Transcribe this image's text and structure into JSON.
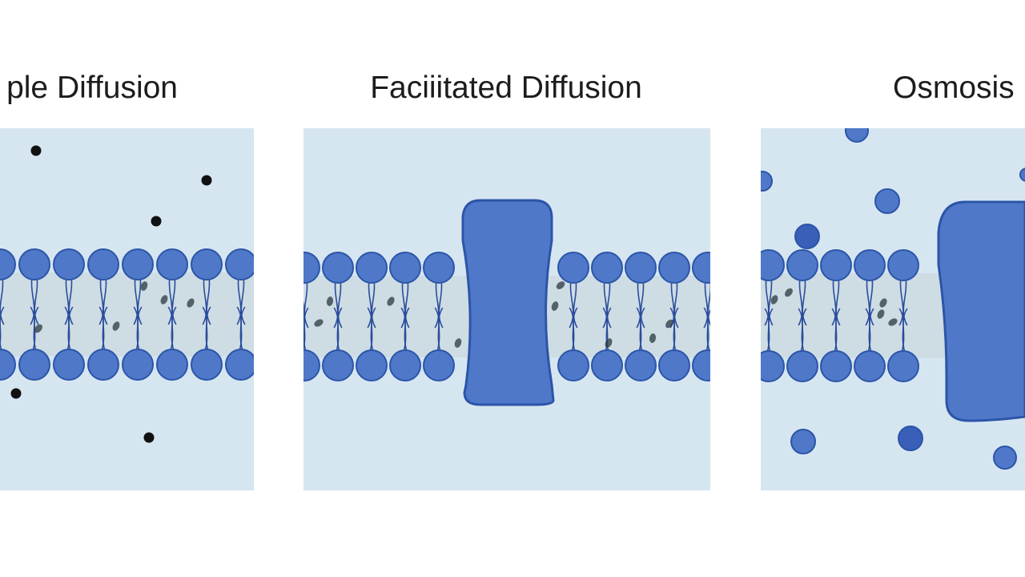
{
  "panels": [
    {
      "title": "ple Diffusion",
      "solute": "small-black-dots",
      "channel_protein": false
    },
    {
      "title": "Faciiitated Diffusion",
      "solute": "none",
      "channel_protein": true
    },
    {
      "title": "Osmosis",
      "solute": "blue-spheres",
      "channel_protein": true
    }
  ],
  "colors": {
    "background": "#d6e6f1",
    "phospholipid_head": "#4f79c8",
    "head_outline": "#2c55a8",
    "tail": "#2a4d9c",
    "protein": "#4f79c8",
    "solute_dark": "#111111",
    "water_sphere": "#4f79c8"
  }
}
